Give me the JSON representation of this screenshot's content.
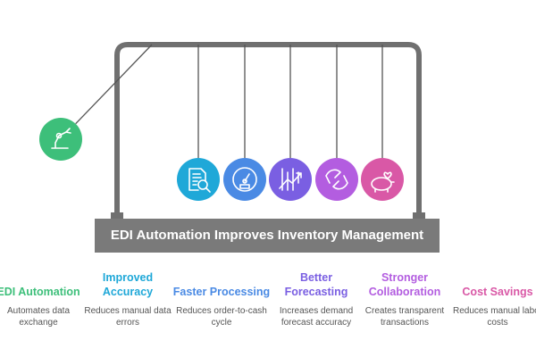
{
  "title": "EDI Automation Improves Inventory Management",
  "items": [
    {
      "heading": "EDI Automation",
      "desc": "Automates data exchange",
      "color": "#3dbf7a",
      "icon": "robot-arm-icon"
    },
    {
      "heading": "Improved Accuracy",
      "desc": "Reduces manual data errors",
      "color": "#1fa8d8",
      "icon": "document-search-icon"
    },
    {
      "heading": "Faster Processing",
      "desc": "Reduces order-to-cash cycle",
      "color": "#4a8ae4",
      "icon": "speedometer-icon"
    },
    {
      "heading": "Better Forecasting",
      "desc": "Increases demand forecast accuracy",
      "color": "#7a5fe2",
      "icon": "trend-chart-icon"
    },
    {
      "heading": "Stronger Collaboration",
      "desc": "Creates transparent transactions",
      "color": "#b35de0",
      "icon": "handshake-icon"
    },
    {
      "heading": "Cost Savings",
      "desc": "Reduces manual labor costs",
      "color": "#d958a6",
      "icon": "piggy-bank-icon"
    }
  ],
  "frame_color": "#707070"
}
